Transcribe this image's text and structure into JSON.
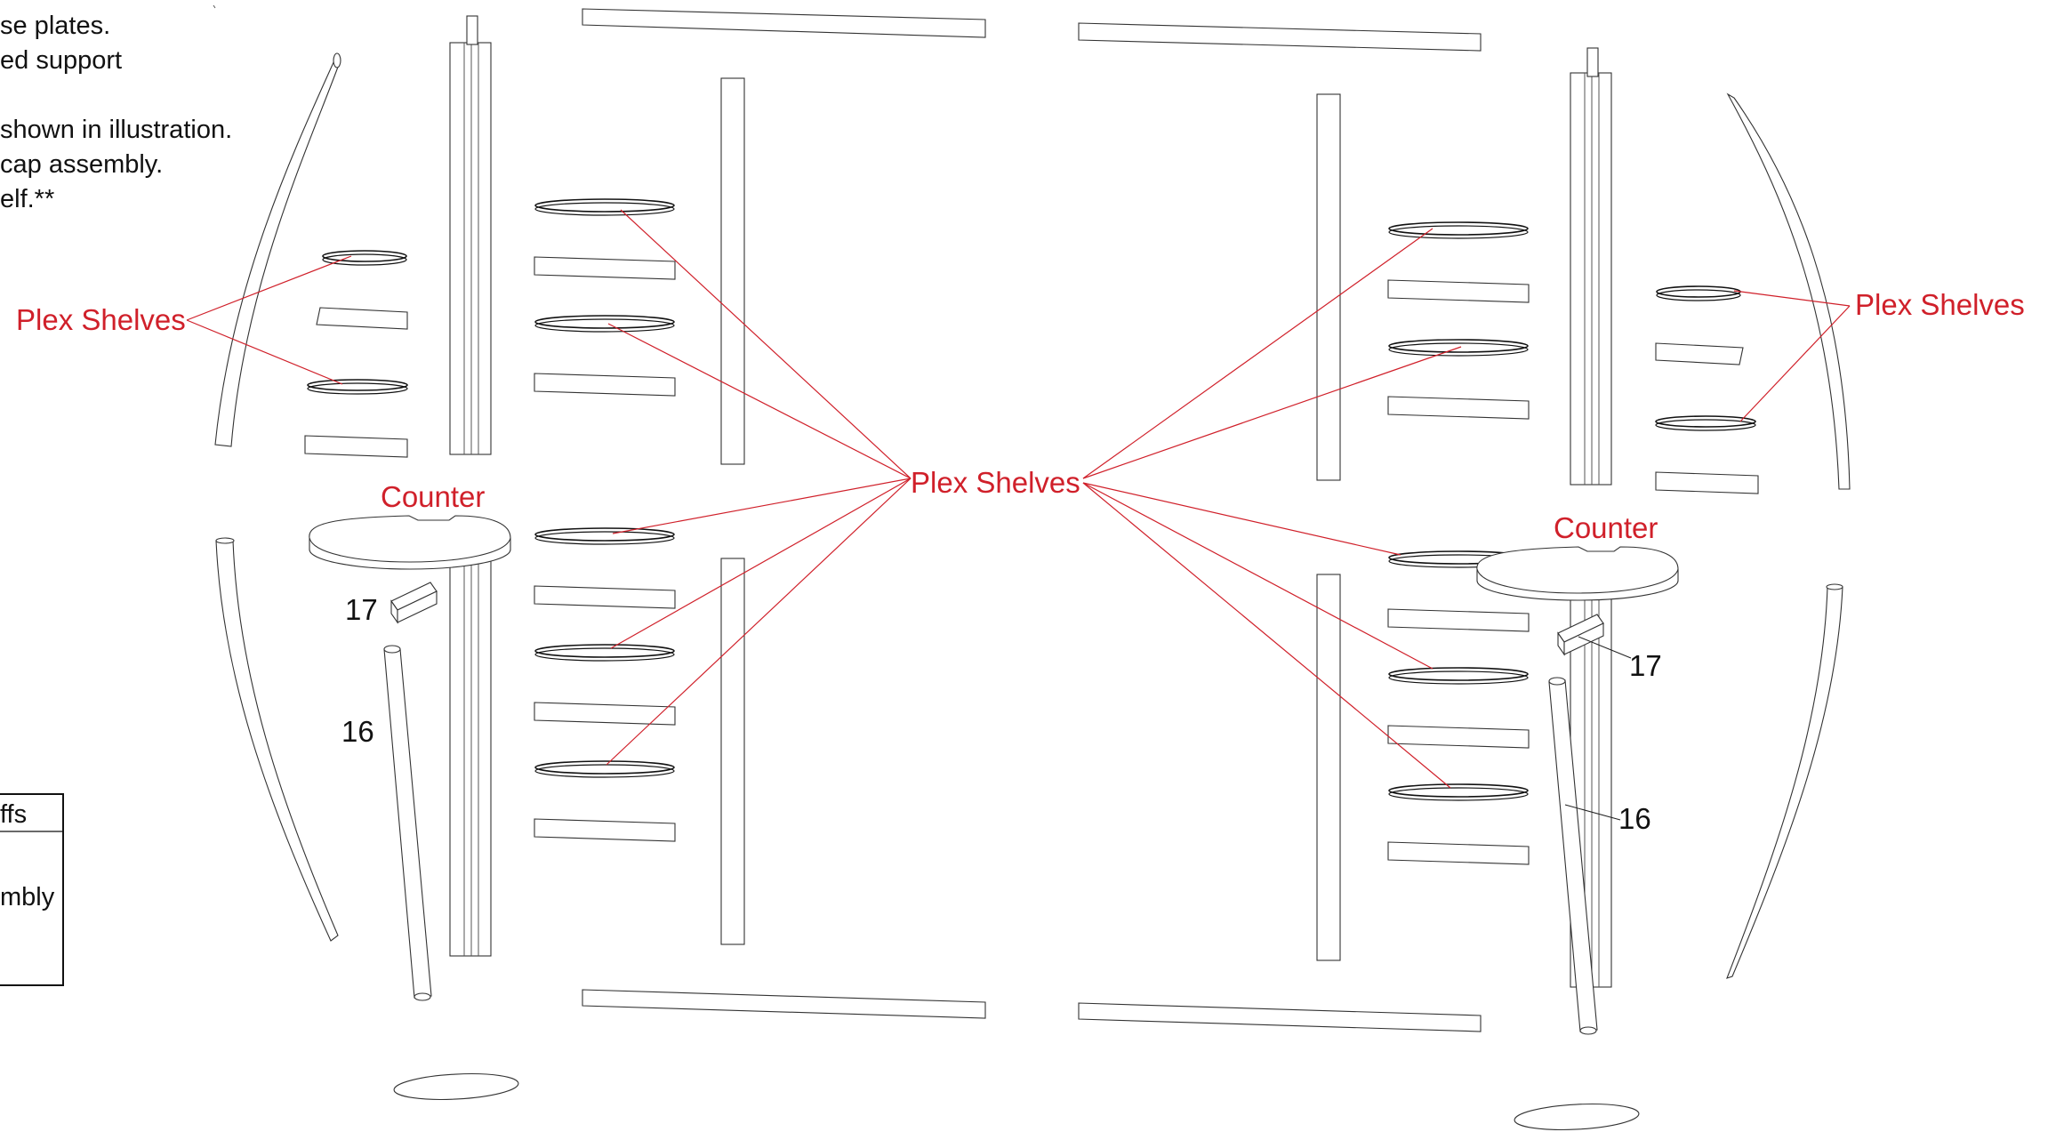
{
  "notes": [
    "se plates.",
    "ed support",
    "shown in illustration.",
    "cap assembly.",
    "elf.**"
  ],
  "callouts": {
    "plex_shelves": "Plex Shelves",
    "counter": "Counter",
    "part_17": "17",
    "part_16": "16"
  },
  "parts_box": {
    "header": "ffs",
    "row": "mbly"
  },
  "colors": {
    "callout_red": "#d0202a",
    "line_gray": "#333333"
  }
}
